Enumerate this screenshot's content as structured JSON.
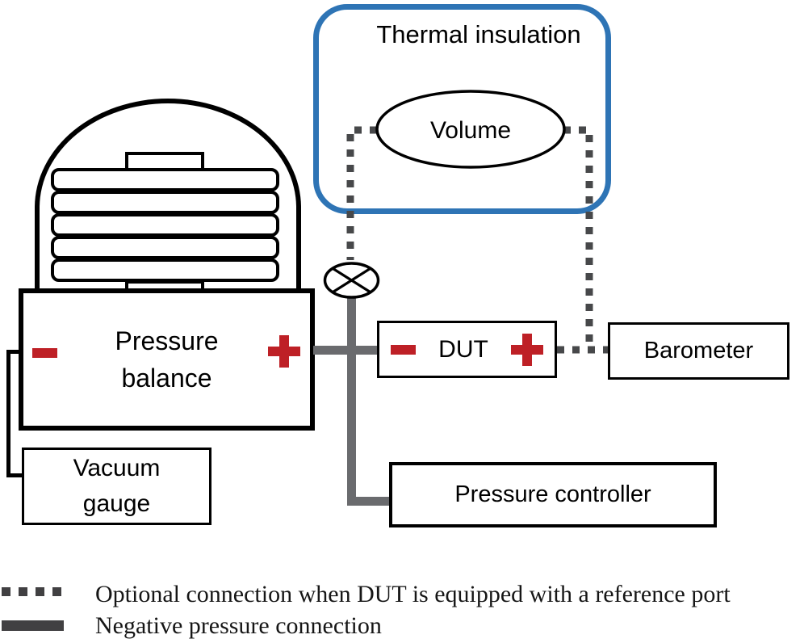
{
  "diagram": {
    "thermal_box": {
      "label": "Thermal insulation"
    },
    "volume": {
      "label": "Volume"
    },
    "pressure_balance": {
      "label": "Pressure balance"
    },
    "dut": {
      "label": "DUT"
    },
    "barometer": {
      "label": "Barometer"
    },
    "pressure_controller": {
      "label": "Pressure controller"
    },
    "vacuum_gauge": {
      "label": "Vacuum gauge"
    }
  },
  "legend": {
    "items": [
      {
        "swatch": "dotted",
        "label": "Optional connection when DUT is equipped with a reference port"
      },
      {
        "swatch": "solid",
        "label": "Negative pressure connection"
      }
    ]
  },
  "colors": {
    "accent_blue": "#2E74B5",
    "port_red": "#BE2026",
    "pipe_gray": "#6A6B6E",
    "dot_gray": "#47484A",
    "legend_dark": "#414042"
  }
}
